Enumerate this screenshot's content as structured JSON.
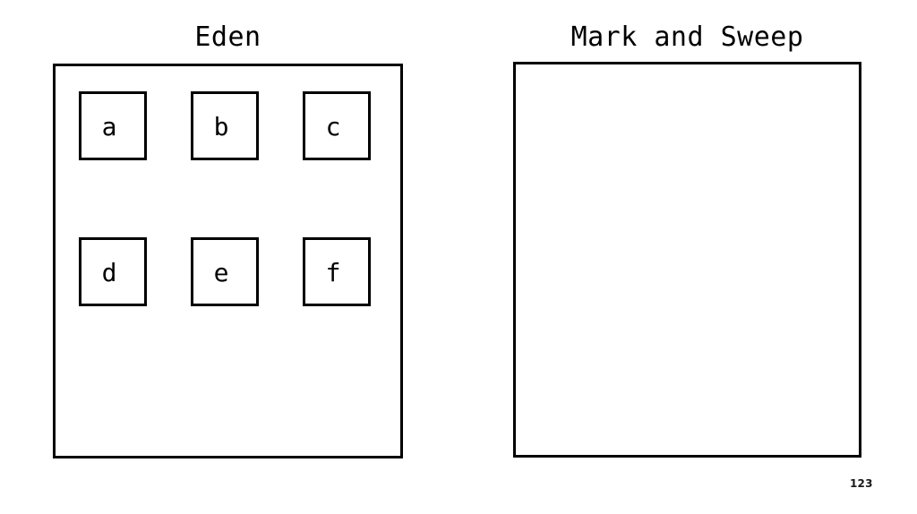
{
  "slide": {
    "background_color": "#ffffff",
    "foreground_color": "#000000",
    "page_number": "123"
  },
  "panels": [
    {
      "id": "eden",
      "title": "Eden",
      "cells": [
        {
          "label": "a"
        },
        {
          "label": "b"
        },
        {
          "label": "c"
        },
        {
          "label": "d"
        },
        {
          "label": "e"
        },
        {
          "label": "f"
        }
      ]
    },
    {
      "id": "mark-and-sweep",
      "title": "Mark and Sweep",
      "cells": []
    }
  ]
}
